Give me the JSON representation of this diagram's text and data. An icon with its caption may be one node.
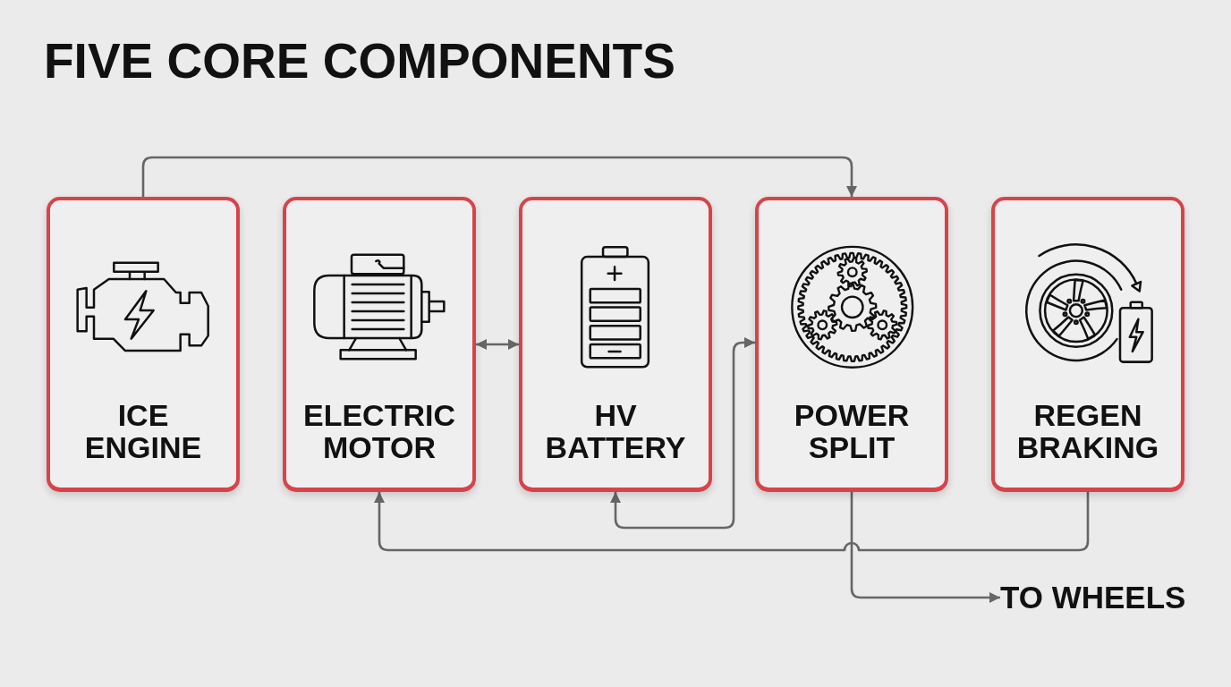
{
  "diagram": {
    "title": "FIVE CORE COMPONENTS",
    "nodes": [
      {
        "text": [
          "ICE ENGINE"
        ]
      },
      {
        "text": [
          "ELECTRIC MOTOR"
        ]
      },
      {
        "text": [
          "HV BATTERY"
        ]
      },
      {
        "text": [
          "POWER SPLIT"
        ]
      },
      {
        "text": [
          "REGEN BRAKING"
        ]
      },
      {
        "text": [
          "TO WHEELS"
        ]
      }
    ],
    "edges": [
      {
        "from": 0,
        "to": 3,
        "arrow": "to"
      },
      {
        "from": 1,
        "to": 2,
        "arrow": "both"
      },
      {
        "from": 2,
        "to": 3,
        "arrow": "both"
      },
      {
        "from": 3,
        "to": 5,
        "arrow": "to"
      },
      {
        "from": 4,
        "to": 1,
        "arrow": "to"
      }
    ]
  }
}
